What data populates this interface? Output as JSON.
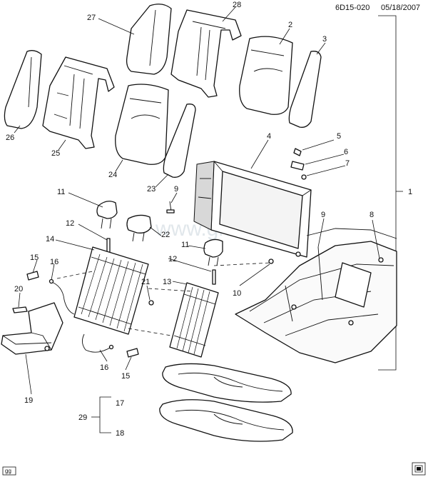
{
  "header": {
    "drawing_id": "6D15-020",
    "date": "05/18/2007"
  },
  "watermark": "www.gmsklad.ru",
  "footer": {
    "left_badge": "gg"
  },
  "callouts": [
    {
      "id": "c1",
      "label": "1"
    },
    {
      "id": "c2",
      "label": "2"
    },
    {
      "id": "c3",
      "label": "3"
    },
    {
      "id": "c4",
      "label": "4"
    },
    {
      "id": "c5",
      "label": "5"
    },
    {
      "id": "c6",
      "label": "6"
    },
    {
      "id": "c7",
      "label": "7"
    },
    {
      "id": "c8",
      "label": "8"
    },
    {
      "id": "c9a",
      "label": "9"
    },
    {
      "id": "c9b",
      "label": "9"
    },
    {
      "id": "c10",
      "label": "10"
    },
    {
      "id": "c11a",
      "label": "11"
    },
    {
      "id": "c11b",
      "label": "11"
    },
    {
      "id": "c12a",
      "label": "12"
    },
    {
      "id": "c12b",
      "label": "12"
    },
    {
      "id": "c13",
      "label": "13"
    },
    {
      "id": "c14",
      "label": "14"
    },
    {
      "id": "c15a",
      "label": "15"
    },
    {
      "id": "c15b",
      "label": "15"
    },
    {
      "id": "c16a",
      "label": "16"
    },
    {
      "id": "c16b",
      "label": "16"
    },
    {
      "id": "c17",
      "label": "17"
    },
    {
      "id": "c18",
      "label": "18"
    },
    {
      "id": "c19",
      "label": "19"
    },
    {
      "id": "c20",
      "label": "20"
    },
    {
      "id": "c21",
      "label": "21"
    },
    {
      "id": "c22",
      "label": "22"
    },
    {
      "id": "c23",
      "label": "23"
    },
    {
      "id": "c24",
      "label": "24"
    },
    {
      "id": "c25",
      "label": "25"
    },
    {
      "id": "c26",
      "label": "26"
    },
    {
      "id": "c27",
      "label": "27"
    },
    {
      "id": "c28",
      "label": "28"
    },
    {
      "id": "c29",
      "label": "29"
    }
  ]
}
